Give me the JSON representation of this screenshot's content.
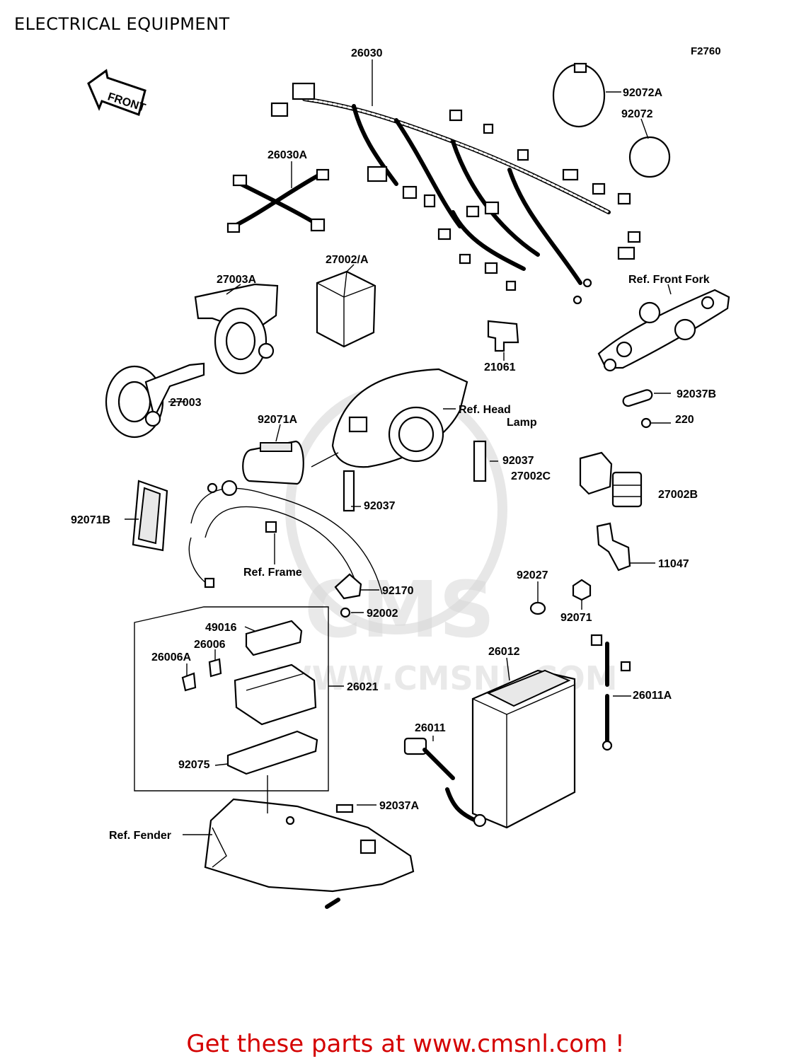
{
  "title": "ELECTRICAL EQUIPMENT",
  "figure_code": "F2760",
  "front_arrow_text": "FRONT",
  "watermark": {
    "big": "CMS",
    "url": "WWW.CMSNL.COM"
  },
  "labels": {
    "p26030": "26030",
    "p26030A": "26030A",
    "p92072A": "92072A",
    "p92072": "92072",
    "p27002A": "27002/A",
    "p27003A": "27003A",
    "p27003": "27003",
    "p21061": "21061",
    "ref_front_fork": "Ref. Front Fork",
    "p92037B": "92037B",
    "p220": "220",
    "ref_head_lamp_1": "Ref. Head",
    "ref_head_lamp_2": "Lamp",
    "p92071A": "92071A",
    "p92037_right": "92037",
    "p27002C": "27002C",
    "p27002B": "27002B",
    "p92037_mid": "92037",
    "p92071B": "92071B",
    "ref_frame": "Ref. Frame",
    "p11047": "11047",
    "p92027": "92027",
    "p92170": "92170",
    "p92002": "92002",
    "p92071": "92071",
    "p49016": "49016",
    "p26006": "26006",
    "p26006A": "26006A",
    "p26012": "26012",
    "p26021": "26021",
    "p26011A": "26011A",
    "p26011": "26011",
    "p92075": "92075",
    "p92037A": "92037A",
    "ref_fender": "Ref. Fender"
  },
  "footer": "Get these parts at www.cmsnl.com !"
}
